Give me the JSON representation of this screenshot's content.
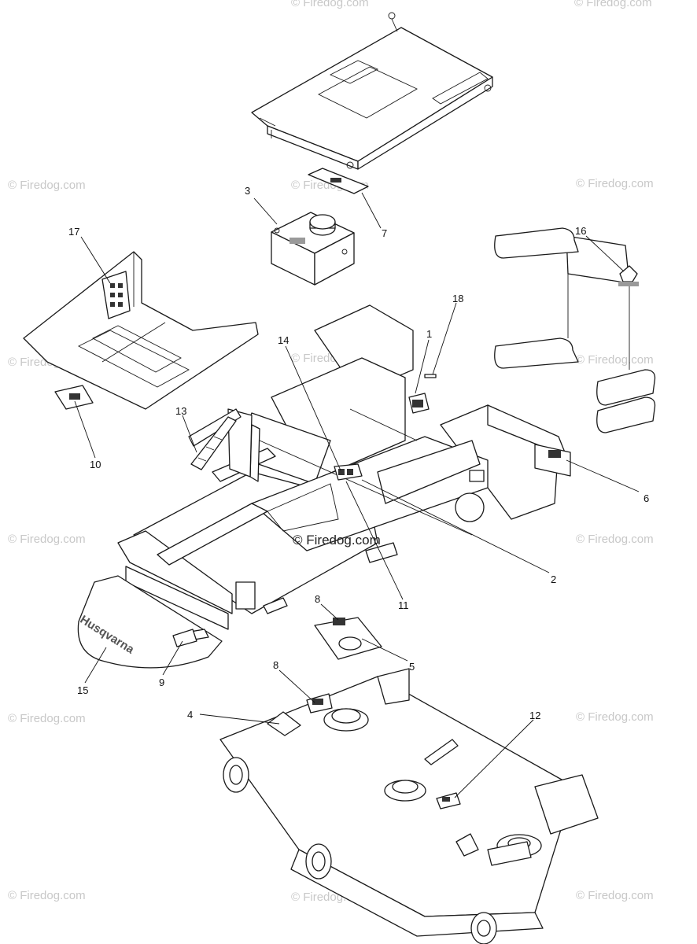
{
  "watermarks": [
    "© Firedog.com",
    "© Firedog.com",
    "© Firedog.com",
    "© Firedog.com",
    "© Firedog.com",
    "© Firedog.com",
    "© Firedog.com",
    "© Firedog.com",
    "© Firedog.com",
    "© Firedog.com",
    "© Firedog.com",
    "© Firedog.com",
    "© Firedog.com",
    "© Firedog.com",
    "© Firedog.com"
  ],
  "center_watermark": "© Firedog.com",
  "brand_text": "Husqvarna",
  "callouts": [
    "1",
    "2",
    "3",
    "4",
    "5",
    "6",
    "7",
    "8",
    "8",
    "9",
    "10",
    "11",
    "12",
    "13",
    "14",
    "15",
    "16",
    "17",
    "18"
  ]
}
